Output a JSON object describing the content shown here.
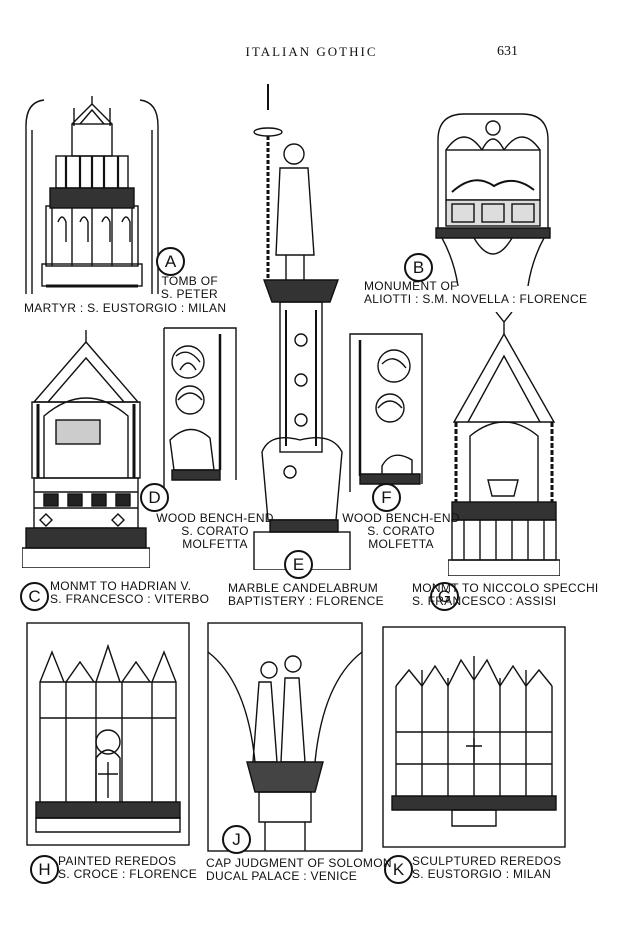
{
  "header": {
    "title": "ITALIAN GOTHIC",
    "page_number": "631"
  },
  "figures": [
    {
      "letter": "A",
      "lines": [
        "TOMB OF",
        "S. PETER",
        "MARTYR : S. EUSTORGIO : MILAN"
      ]
    },
    {
      "letter": "B",
      "lines": [
        "MONUMENT OF",
        "ALIOTTI : S.M. NOVELLA : FLORENCE"
      ]
    },
    {
      "letter": "C",
      "lines": [
        "MONMT TO HADRIAN V.",
        "S. FRANCESCO : VITERBO"
      ]
    },
    {
      "letter": "D",
      "lines": [
        "WOOD BENCH-END",
        "S. CORATO",
        "MOLFETTA"
      ]
    },
    {
      "letter": "E",
      "lines": [
        "MARBLE CANDELABRUM",
        "BAPTISTERY : FLORENCE"
      ]
    },
    {
      "letter": "F",
      "lines": [
        "WOOD BENCH-END",
        "S. CORATO",
        "MOLFETTA"
      ]
    },
    {
      "letter": "G",
      "lines": [
        "MONMT TO NICCOLO SPECCHI",
        "S. FRANCESCO : ASSISI"
      ]
    },
    {
      "letter": "H",
      "lines": [
        "PAINTED REREDOS",
        "S. CROCE : FLORENCE"
      ]
    },
    {
      "letter": "J",
      "lines": [
        "CAP JUDGMENT OF SOLOMON",
        "DUCAL PALACE : VENICE"
      ]
    },
    {
      "letter": "K",
      "lines": [
        "SCULPTURED REREDOS",
        "S. EUSTORGIO : MILAN"
      ]
    }
  ]
}
